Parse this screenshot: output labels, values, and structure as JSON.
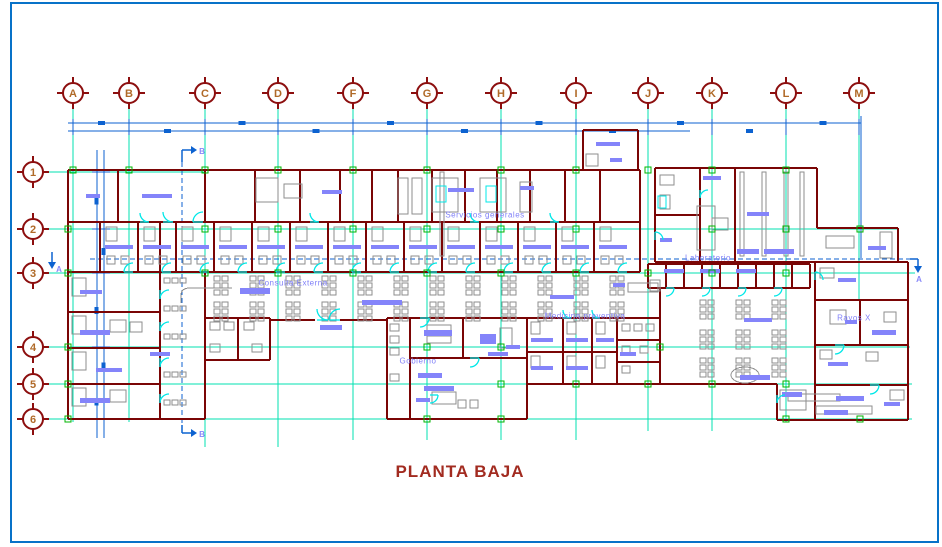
{
  "drawing": {
    "title": "PLANTA BAJA",
    "column_axes": [
      "A",
      "B",
      "C",
      "D",
      "F",
      "G",
      "H",
      "I",
      "J",
      "K",
      "L",
      "M"
    ],
    "row_axes": [
      "1",
      "2",
      "3",
      "4",
      "5",
      "6"
    ],
    "room_labels": {
      "servicios": "Servicios generales",
      "consulta": "Consulta Externa",
      "medicina": "Medicina preventiva",
      "gobierno": "Gobierno",
      "laboratorio": "Laboratorio",
      "rayos": "Rayos X"
    },
    "section_markers": {
      "a": "A",
      "b": "B"
    },
    "colors": {
      "sheet_border": "#0872c8",
      "dimension": "#0c62d0",
      "grid_line": "#00e2b0",
      "door": "#00e8e8",
      "wall": "#7a0505",
      "furniture_accent": "#8484fa",
      "furniture_gray": "#8e8e8e",
      "node_green": "#00b400",
      "axis_bubble": "#8c0e0e",
      "axis_letter": "#b06a28",
      "section_text": "#8888fa"
    }
  }
}
